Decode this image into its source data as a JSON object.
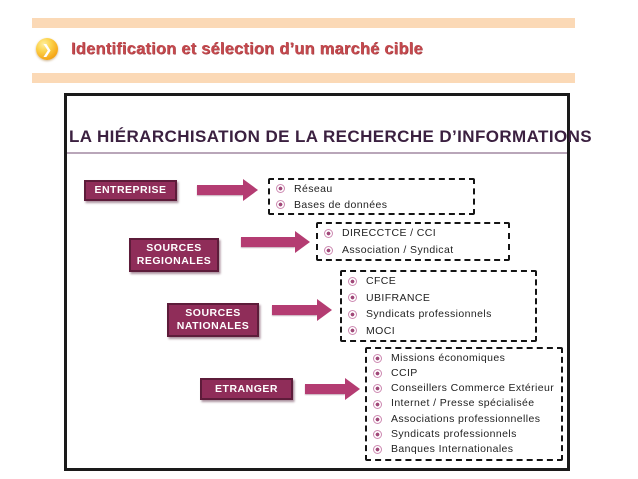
{
  "header": {
    "icon": "chevron-right-circle",
    "title": "Identification et sélection d’un marché cible"
  },
  "diagram": {
    "heading": "LA HIÉRARCHISATION DE LA RECHERCHE D’INFORMATIONS",
    "levels": [
      {
        "label_lines": [
          "ENTREPRISE"
        ],
        "items": [
          "Réseau",
          "Bases de données"
        ]
      },
      {
        "label_lines": [
          "SOURCES",
          "REGIONALES"
        ],
        "items": [
          "DIRECCTCE / CCI",
          "Association / Syndicat"
        ]
      },
      {
        "label_lines": [
          "SOURCES",
          "NATIONALES"
        ],
        "items": [
          "CFCE",
          "UBIFRANCE",
          "Syndicats professionnels",
          "MOCI"
        ]
      },
      {
        "label_lines": [
          "ETRANGER"
        ],
        "items": [
          "Missions économiques",
          "CCIP",
          "Conseillers Commerce Extérieur",
          "Internet / Presse spécialisée",
          "Associations professionnelles",
          "Syndicats professionnels",
          "Banques Internationales"
        ]
      }
    ]
  },
  "colors": {
    "cream_bar": "#fbd9b6",
    "title_text": "#c4494e",
    "title_icon": "#f6a91b",
    "heading_text": "#3b2040",
    "label_box_bg": "#8f2d59",
    "label_box_border": "#5d1c3a",
    "arrow": "#b43c72",
    "dashed_border": "#141414",
    "bullet_ring": "#cd8ab2",
    "bullet_dot": "#a04878"
  }
}
